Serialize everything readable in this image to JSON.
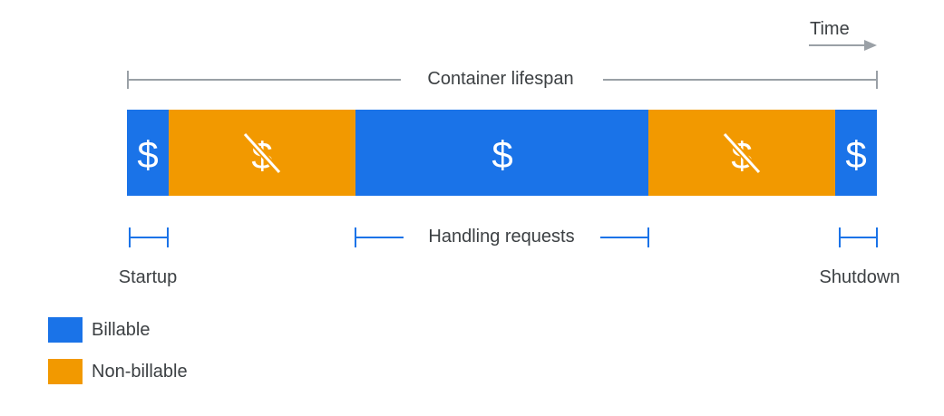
{
  "time_label": "Time",
  "lifespan_label": "Container lifespan",
  "handling_label": "Handling requests",
  "startup_label": "Startup",
  "shutdown_label": "Shutdown",
  "legend": {
    "billable_label": "Billable",
    "non_billable_label": "Non-billable"
  },
  "colors": {
    "billable": "#1a73e8",
    "non_billable": "#f29900",
    "bracket_blue": "#1a73e8",
    "bracket_gray": "#9aa0a6"
  },
  "icons": {
    "billable": "dollar-icon",
    "non_billable": "dollar-crossed-icon"
  }
}
